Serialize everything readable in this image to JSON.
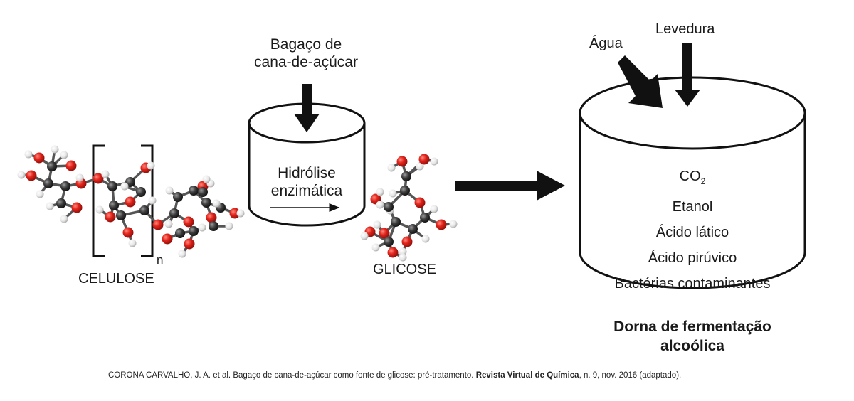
{
  "labels": {
    "bagaco": [
      "Bagaço de",
      "cana-de-açúcar"
    ],
    "hidrolise": [
      "Hidrólise",
      "enzimática"
    ],
    "celulose": "CELULOSE",
    "n": "n",
    "glicose": "GLICOSE",
    "agua": "Água",
    "levedura": "Levedura"
  },
  "products": {
    "co2_base": "CO",
    "co2_sub": "2",
    "items": [
      "Etanol",
      "Ácido lático",
      "Ácido pirúvico",
      "Bactérias contaminantes"
    ]
  },
  "dorna": [
    "Dorna de fermentação",
    "alcoólica"
  ],
  "citation": {
    "pre": "CORONA CARVALHO, J. A. et al. Bagaço de cana-de-açúcar como fonte de glicose: pré-tratamento.",
    "journal": "Revista Virtual de Química",
    "post": ", n. 9, nov. 2016 (adaptado)."
  },
  "colors": {
    "oxygen": "#e2231a",
    "carbon": "#3a3a3a",
    "hydrogen": "#e6e6e6",
    "arrow": "#111111"
  }
}
